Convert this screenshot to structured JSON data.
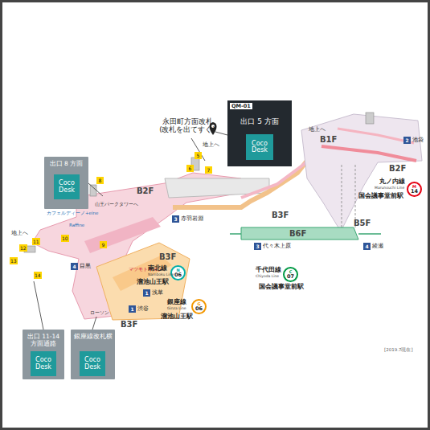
{
  "diagram": {
    "nodes": [
      {
        "text": [
          "出口 8 方面"
        ]
      },
      {
        "text": [
          "Coco Desk"
        ],
        "in": 0
      },
      {
        "text": [
          "QM-01",
          "出口 5 方面"
        ]
      },
      {
        "text": [
          "Coco Desk"
        ],
        "in": 2
      },
      {
        "text": [
          "N",
          "06"
        ]
      },
      {
        "text": [
          "G",
          "06"
        ]
      },
      {
        "text": [
          "M",
          "14"
        ]
      },
      {
        "text": [
          "C",
          "07"
        ]
      },
      {
        "text": [
          "出口 11-14 方面通路"
        ]
      },
      {
        "text": [
          "Coco Desk"
        ],
        "in": 8
      },
      {
        "text": [
          "銀座線改札横"
        ]
      },
      {
        "text": [
          "Coco Desk"
        ],
        "in": 10
      }
    ],
    "labels": [
      "永田町方面改札 (改札を出てすぐ)",
      "地上へ",
      "地上へ",
      "地上へ",
      "B2F",
      "B3F",
      "B3F",
      "B3F",
      "B1F",
      "B2F",
      "B5F",
      "B6F",
      "山王パークタワーへ",
      "カフェルディーノ+eine",
      "Raffine",
      "マツモトキヨシ",
      "ローソン",
      "4",
      "目黒",
      "1",
      "浅草",
      "1",
      "渋谷",
      "3",
      "赤羽岩淵",
      "3",
      "代々木上原",
      "4",
      "綾瀬",
      "2",
      "池袋",
      "南北線",
      "Namboku Line",
      "溜池山王駅",
      "銀座線",
      "Ginza Line",
      "溜池山王駅",
      "丸ノ内線",
      "Marunouchi Line",
      "国会議事堂前駅",
      "千代田線",
      "Chiyoda Line",
      "国会議事堂前駅",
      "5",
      "6",
      "7",
      "8",
      "9",
      "10",
      "11",
      "12",
      "13",
      "14",
      "[2019.7現在]"
    ]
  }
}
